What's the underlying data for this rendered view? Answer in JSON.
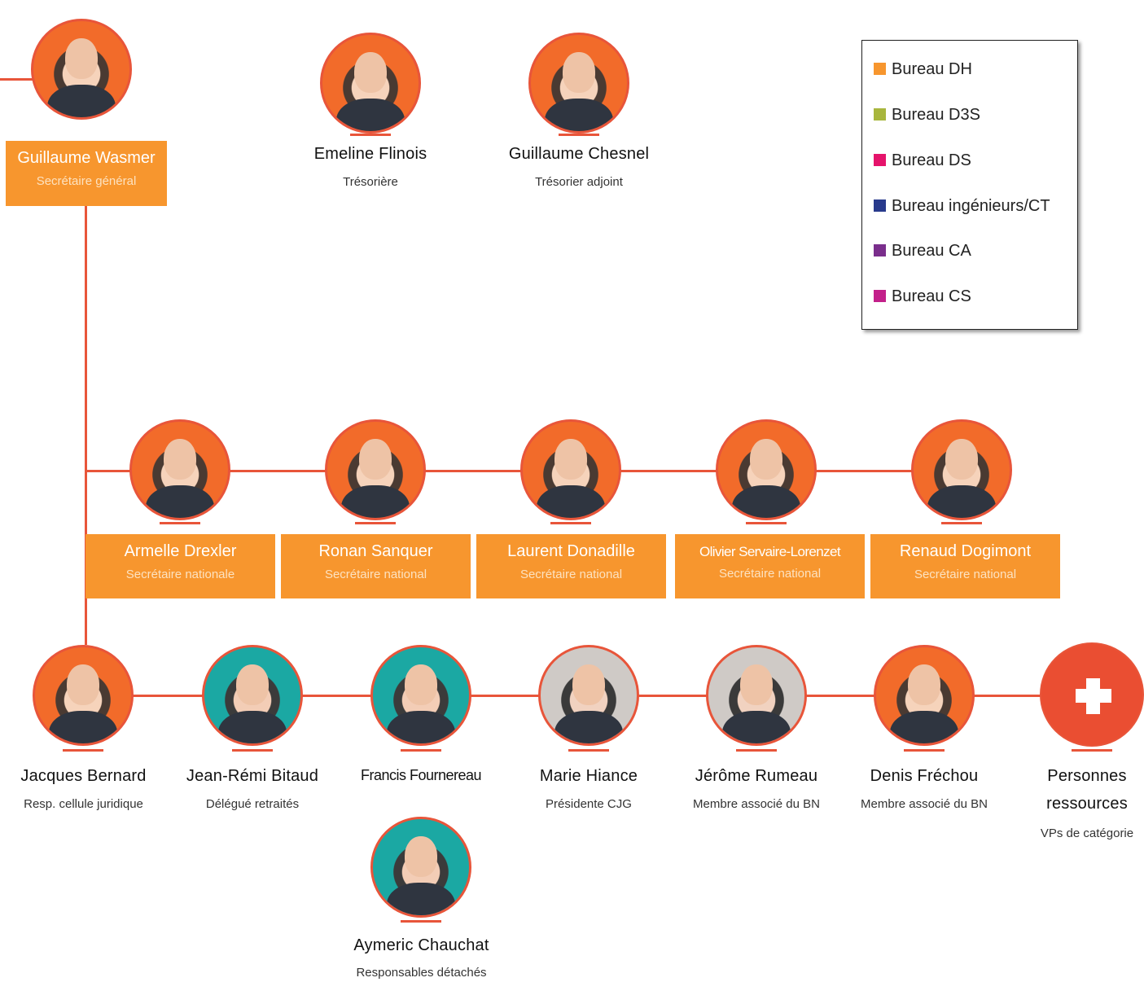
{
  "legend": {
    "items": [
      {
        "label": "Bureau DH",
        "color": "#f7962e"
      },
      {
        "label": "Bureau D3S",
        "color": "#a8b63d"
      },
      {
        "label": "Bureau DS",
        "color": "#e5136b"
      },
      {
        "label": "Bureau ingénieurs/CT",
        "color": "#283a8c"
      },
      {
        "label": "Bureau CA",
        "color": "#7a2e8c"
      },
      {
        "label": "Bureau CS",
        "color": "#c3208a"
      }
    ]
  },
  "top": {
    "secretary_general": {
      "name": "Guillaume Wasmer",
      "role": "Secrétaire général"
    },
    "treasurer": {
      "name": "Emeline Flinois",
      "role": "Trésorière"
    },
    "deputy_treasurer": {
      "name": "Guillaume Chesnel",
      "role": "Trésorier adjoint"
    }
  },
  "national_secretaries": [
    {
      "name": "Armelle Drexler",
      "role": "Secrétaire nationale"
    },
    {
      "name": "Ronan Sanquer",
      "role": "Secrétaire national"
    },
    {
      "name": "Laurent Donadille",
      "role": "Secrétaire national"
    },
    {
      "name": "Olivier Servaire-Lorenzet",
      "role": "Secrétaire national"
    },
    {
      "name": "Renaud Dogimont",
      "role": "Secrétaire national"
    }
  ],
  "members": [
    {
      "name": "Jacques Bernard",
      "role": "Resp. cellule juridique"
    },
    {
      "name": "Jean-Rémi Bitaud",
      "role": "Délégué retraités"
    },
    {
      "name": "Francis Fournereau",
      "role": ""
    },
    {
      "name": "Marie Hiance",
      "role": "Présidente CJG"
    },
    {
      "name": "Jérôme Rumeau",
      "role": "Membre associé du BN"
    },
    {
      "name": "Denis Fréchou",
      "role": "Membre associé du BN"
    }
  ],
  "resources": {
    "name_line1": "Personnes",
    "name_line2": "ressources",
    "role": "VPs de catégorie"
  },
  "detached": {
    "name": "Aymeric Chauchat",
    "role": "Responsables détachés"
  }
}
